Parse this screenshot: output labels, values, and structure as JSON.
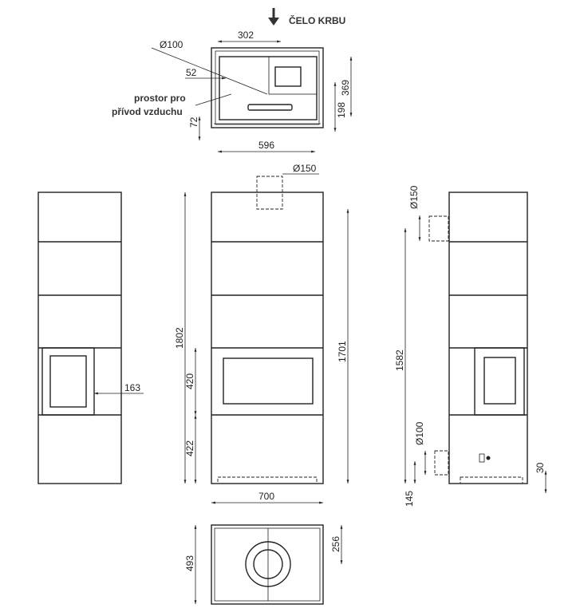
{
  "title": "ČELO KRBU",
  "top_view": {
    "d302": "302",
    "d100": "Ø100",
    "d52": "52",
    "air_label_1": "prostor pro",
    "air_label_2": "přívod vzduchu",
    "d72": "72",
    "d369": "369",
    "d198": "198",
    "d596": "596"
  },
  "left_view": {
    "d163": "163"
  },
  "front_view": {
    "d150": "Ø150",
    "d1802": "1802",
    "d420": "420",
    "d422": "422",
    "d1701": "1701",
    "d700": "700"
  },
  "right_view": {
    "d150": "Ø150",
    "d1582": "1582",
    "d100": "Ø100",
    "d145": "145",
    "d30": "30"
  },
  "bottom_view": {
    "d493": "493",
    "d256": "256"
  }
}
